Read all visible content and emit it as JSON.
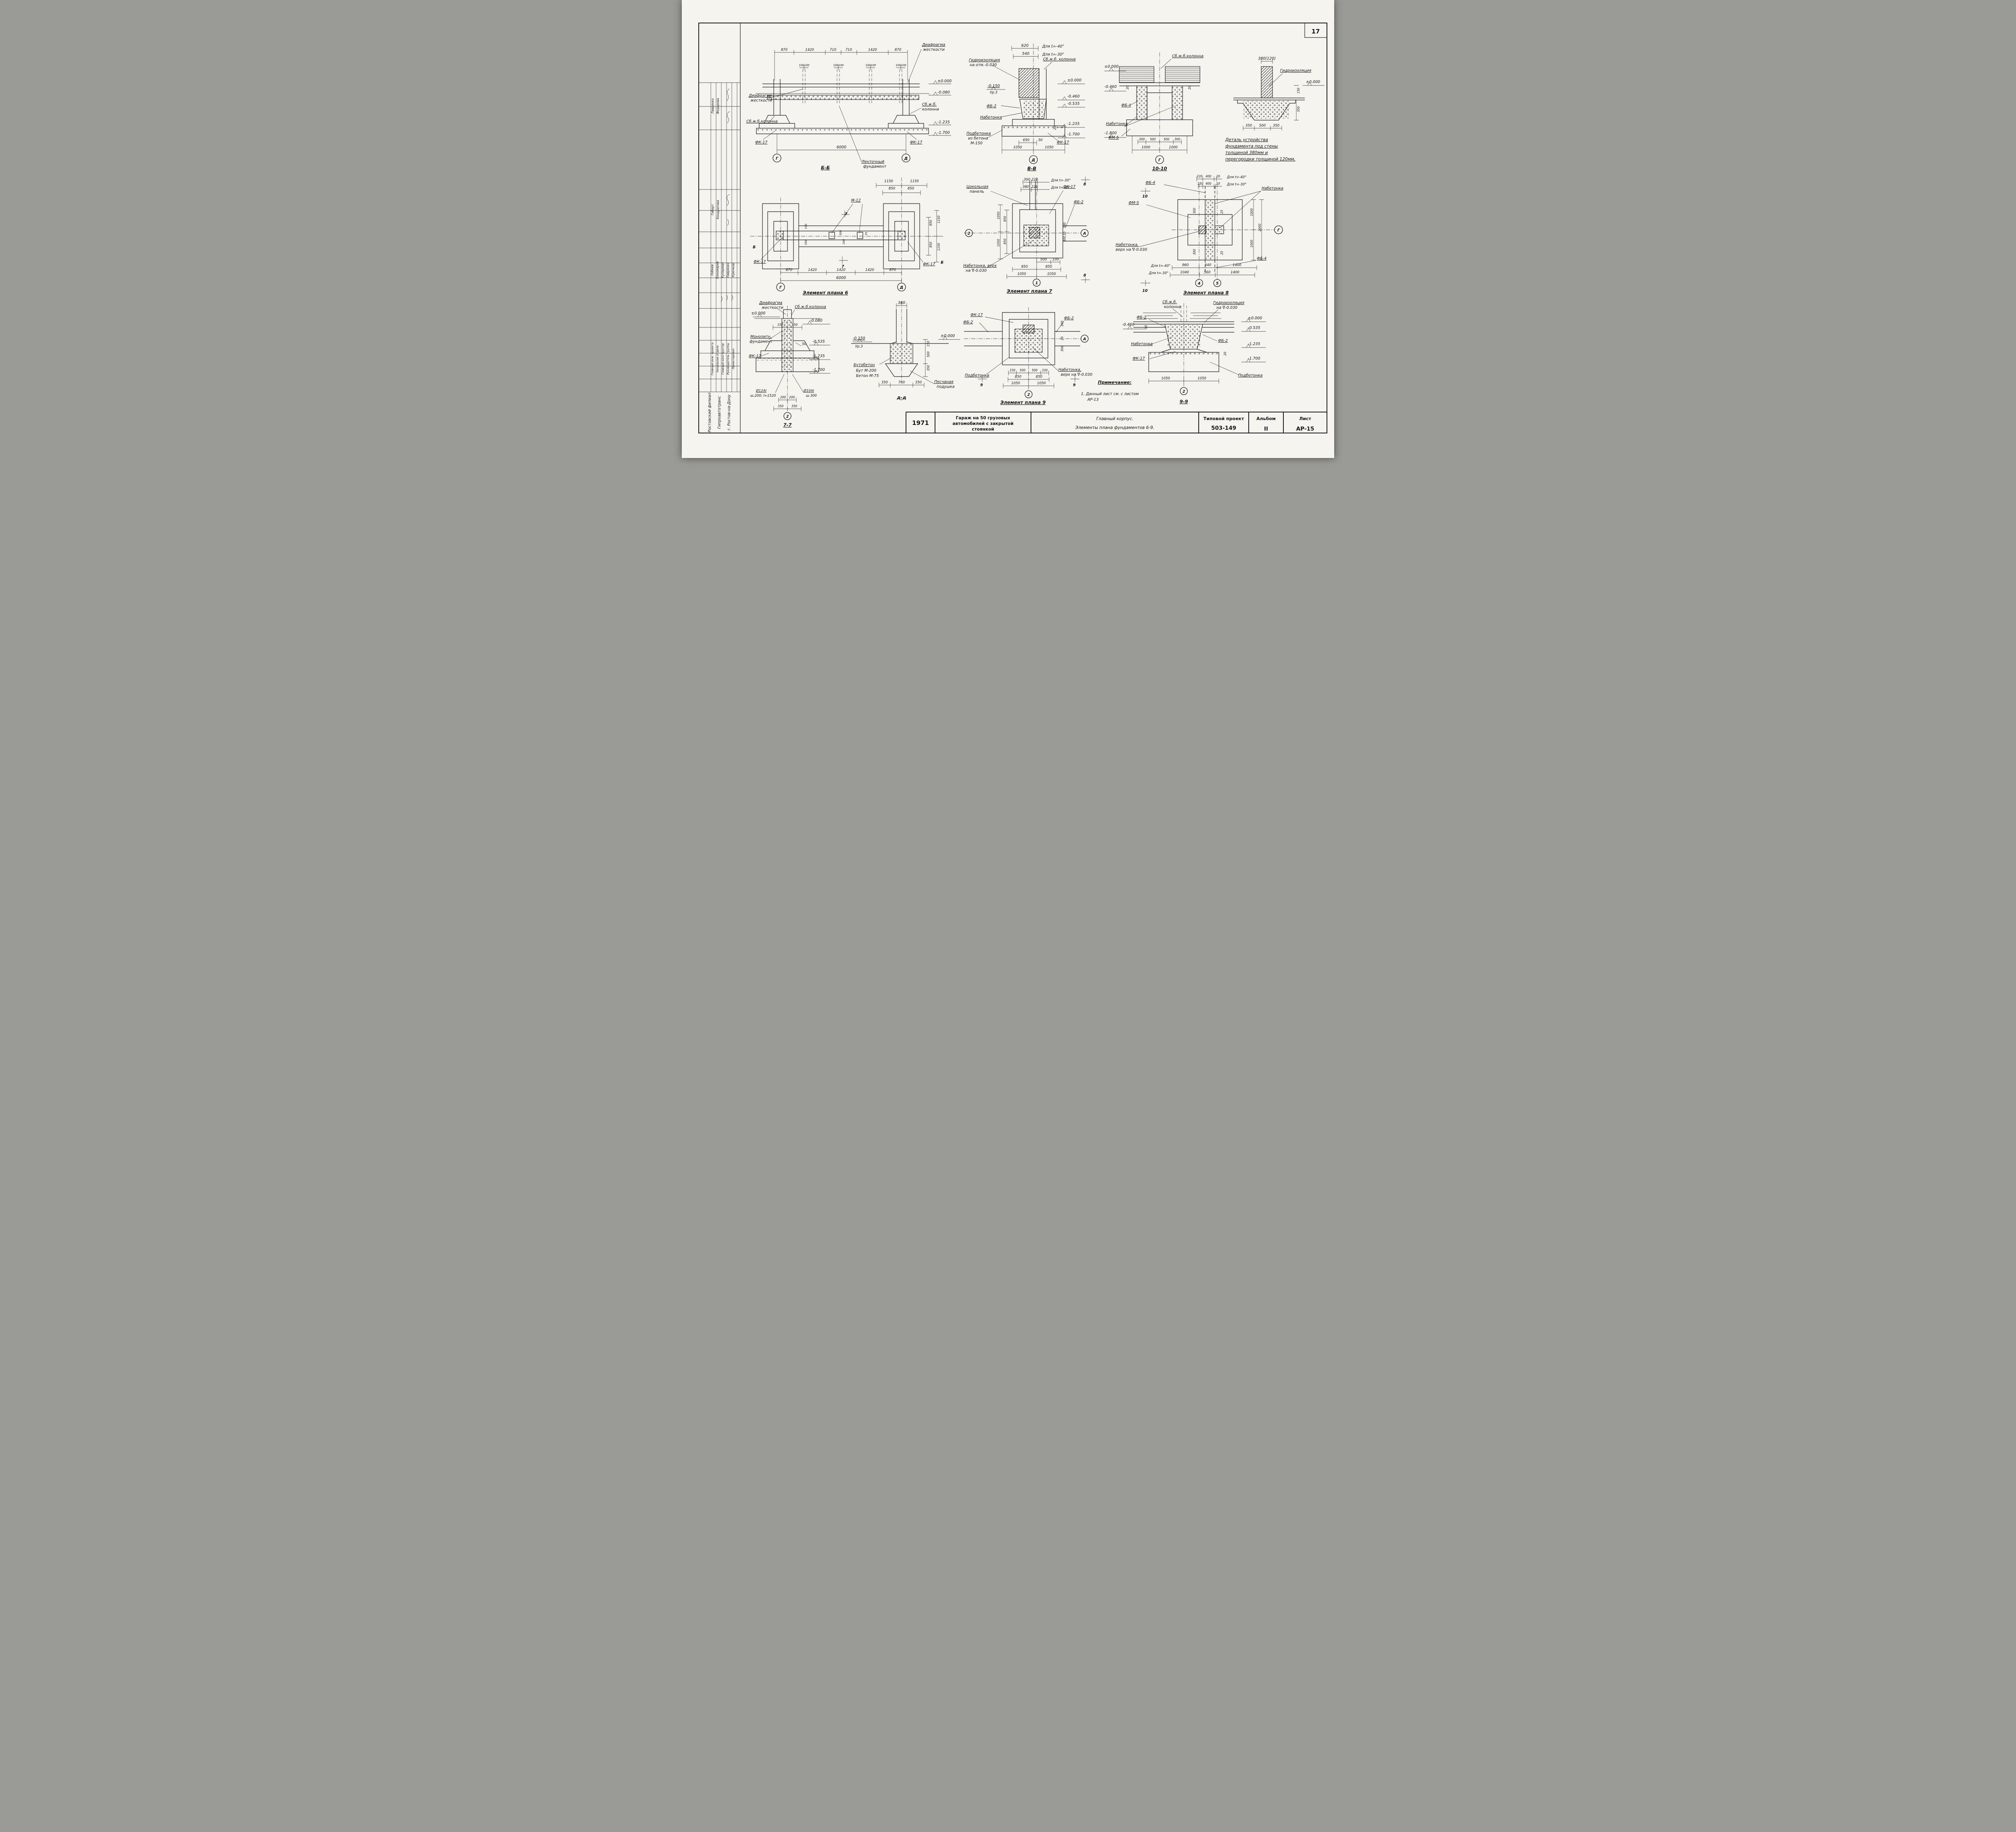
{
  "page_number": "17",
  "sidebar": {
    "org_lines": [
      "Ростовский филиал",
      "Гипроавтотранс",
      "г. Ростов-на-Дону"
    ],
    "roles": [
      "Главный инж. проекта",
      "Начальник отдела",
      "Главный конструктор",
      "Руководитель группы",
      "Проектировал"
    ],
    "names_g1": [
      "Лавренко",
      "Федорова"
    ],
    "names_g2": [
      "Гиберт",
      "Кондратова"
    ],
    "names_g3": [
      "Лобеев",
      "Пономарев",
      "Куперман",
      "Лавренко",
      "Крючков"
    ]
  },
  "v": {
    "bb": {
      "caption": "Б-Б",
      "dims_top": [
        "870",
        "1420",
        "710",
        "710",
        "1420",
        "870"
      ],
      "dim_100": "100",
      "lbl_diafragma_1": "Диафрагма",
      "lbl_diafragma_2": "жесткости",
      "lbl_kolonna": "Сб.ж.б.колонна",
      "lbl_kolonna_r1": "Сб.ж.б.",
      "lbl_kolonna_r2": "колонна",
      "lbl_fk17": "ФК-17",
      "lbl_lent_1": "Ленточный",
      "lbl_lent_2": "фундамент",
      "dim_span": "6000",
      "axis_left": "Г",
      "axis_right": "Д",
      "elev": [
        "±0.000",
        "-0.080",
        "-1.235",
        "-1.700"
      ]
    },
    "vv": {
      "caption": "В-В",
      "dim_620": "620",
      "for40": "Для t=-40°",
      "dim_540": "540",
      "for30": "Для t=-30°",
      "gidro_1": "Гидроизоляция",
      "gidro_2": "на отм.-0.030",
      "kolonna": "Сб.ж.б. колонна",
      "ur_1": "-0.150",
      "ur_2": "Ур.З",
      "fb2": "ФБ-2",
      "nabetonka": "Набетонка",
      "podb_1": "Подбетонка",
      "podb_2": "из бетона",
      "podb_3": "М-150",
      "d650": "650",
      "d50": "50",
      "d1050": "1050",
      "fk17": "ФК-17",
      "axis": "Д",
      "d20": "20",
      "elev": [
        "±0.000",
        "-0.460",
        "-0.535",
        "-1.235",
        "-1.700"
      ]
    },
    "s10": {
      "caption": "10-10",
      "kolonna": "Сб.ж.б.колонна",
      "elev": [
        "±0.000",
        "-0.460",
        "-1.800"
      ],
      "fb4": "ФБ-4",
      "nab": "Набетонка",
      "fm5": "ФМ-5",
      "dims": [
        "300",
        "500",
        "500",
        "300"
      ],
      "d1000": "1000",
      "d20": "20",
      "axis": "Г"
    },
    "det": {
      "dim_top": "380(120)",
      "gidro": "Гидроизоляция",
      "elev0": "±0.000",
      "d150": "150",
      "d350": "350",
      "dims_bottom": [
        "350",
        "500",
        "350"
      ],
      "cap": [
        "Деталь устройства",
        "фундамента под стены",
        "толщиной 380мм и",
        "перегородки толщиной 120мм."
      ]
    },
    "p6": {
      "caption": "Элемент плана 6",
      "dt1": "1150",
      "dt2": "850",
      "m12": "М-12",
      "sec7": "7",
      "secB": "Б",
      "dr1150": "1150",
      "dr850": "850",
      "ds150": "150",
      "ds350": "350",
      "ds300": "300",
      "ds200": "200",
      "ds75": "75",
      "fk17": "ФК-17",
      "dims_bottom": [
        "870",
        "1420",
        "1420",
        "1420",
        "870"
      ],
      "span": "6000",
      "axis_left": "Г",
      "axis_right": "Д"
    },
    "p7": {
      "caption": "Элемент плана 7",
      "r1": [
        "300",
        "220"
      ],
      "r1t": "Для t=-30°",
      "r2": [
        "380",
        "220"
      ],
      "r2t": "Для t=-40°",
      "cokol_1": "Цокольная",
      "cokol_2": "панель",
      "fk17": "ФК-17",
      "fb2": "ФБ-2",
      "d1050": "1050",
      "d850": "850",
      "d500": "500",
      "d330": "330",
      "d300": "300",
      "d20": "20",
      "nab_1": "Набетонка, верх",
      "nab_2": "на ∇-0.030",
      "axis_2": "2",
      "axis_a": "А",
      "axis_1": "1",
      "sec8": "8"
    },
    "p8": {
      "caption": "Элемент плана 8",
      "r1": [
        "220",
        "400",
        "20"
      ],
      "r1t": "Для t=-40°",
      "r2": [
        "150",
        "400",
        "10"
      ],
      "r2t": "Для t=-30°",
      "fb4": "ФБ-4",
      "nab": "Набетонка",
      "nab2_1": "Набетонка,",
      "nab2_2": "верх на ∇-0.030",
      "fm5": "ФМ-5",
      "d300": "300",
      "d25": "25",
      "d1000": "1000",
      "d2000": "2000",
      "b40": "Для t=-40°",
      "b40d": [
        "960",
        "640",
        "1400"
      ],
      "b30": "Для t=-30°",
      "b30d": [
        "1040",
        "560",
        "1400"
      ],
      "axis_4": "4",
      "axis_5": "5",
      "axis_g": "Г",
      "sec10": "10"
    },
    "s7": {
      "caption": "7-7",
      "diafragma_1": "Диафрагма",
      "diafragma_2": "жесткости",
      "kolonna": "Сб.ж.б.колонна",
      "monolit_1": "Монолитн.",
      "monolit_2": "фундамент",
      "fk17": "ФК-17",
      "d150": "150",
      "d50": "50",
      "elev": [
        "±0.000",
        "-0.080",
        "-0.535",
        "-1.235",
        "-1.700"
      ],
      "arm1_1": "Ø12АI",
      "arm1_2": "ш.200; l=1520",
      "arm2_1": "Ø10АI",
      "arm2_2": "ш.300",
      "d200": "200",
      "d350": "350",
      "axis_2": "2"
    },
    "dd": {
      "caption": "д-д",
      "d380": "380",
      "ur_1": "-0.150",
      "ur_2": "Ур.З",
      "elev0": "±0.000",
      "d150": "150",
      "d500": "500",
      "d350": "350",
      "but_1": "Бутобетон",
      "but_2": "Бут М-200",
      "but_3": "Бетон М-75",
      "db": [
        "350",
        "700",
        "350"
      ],
      "pesch_1": "Песчаная",
      "pesch_2": "подушка"
    },
    "p9": {
      "caption": "Элемент плана 9",
      "fk17": "ФК-17",
      "fb2": "ФБ-2",
      "podb": "Подбетонка",
      "nab_1": "Набетонка,",
      "nab_2": "верх на ∇-0.030",
      "d300": "300",
      "d20": "20",
      "db1": [
        "330",
        "500",
        "500",
        "330"
      ],
      "d850": "850",
      "d1050": "1050",
      "axis_a": "А",
      "axis_2": "2",
      "sec9": "9"
    },
    "s9": {
      "caption": "9-9",
      "kolonna_1": "Сб.ж.б.",
      "kolonna_2": "колонна",
      "gidro_1": "Гидроизоляция",
      "gidro_2": "на ∇-0.030",
      "fb2": "ФБ-2",
      "nab": "Набетонка",
      "fk17": "ФК-17",
      "podb": "Подбетонка",
      "elev": [
        "±0.000",
        "-0.460",
        "-0.535",
        "-1.235",
        "-1.700"
      ],
      "d30": "30",
      "d20": "20",
      "d1050": "1050",
      "axis_2": "2"
    }
  },
  "note": {
    "title": "Примечание:",
    "line1": "1. Данный лист см. с листом",
    "line2": "АР-13"
  },
  "title_block": {
    "year": "1971",
    "object_lines": [
      "Гараж на 50 грузовых",
      "автомобилей с закрытой",
      "стоянкой"
    ],
    "subject_line1": "Главный корпус.",
    "subject_line2": "Элементы плана фундаментов 6-9.",
    "tp_label": "Типовой проект",
    "tp_num": "503-149",
    "album_label": "Альбом",
    "album_num": "II",
    "list_label": "Лист",
    "list_num": "АР-15"
  }
}
